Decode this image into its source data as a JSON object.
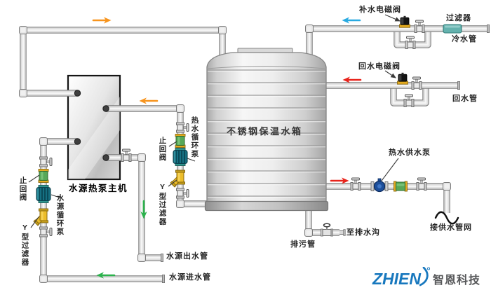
{
  "diagram": {
    "tank_label": "不锈钢保温水箱",
    "unit_label": "水源热泵主机",
    "top_right": {
      "makeup_solenoid_label": "补水电磁阀",
      "filter_label": "过滤器",
      "cold_water_pipe_label": "冷水管",
      "return_solenoid_label": "回水电磁阀",
      "return_pipe_label": "回水管"
    },
    "right": {
      "hot_supply_pump_label": "热水供水泵",
      "supply_network_label": "接供水管网"
    },
    "bottom": {
      "drain_ditch_label": "至排水沟",
      "blowdown_pipe_label": "排污管",
      "source_outlet_label": "水源出水管",
      "source_inlet_label": "水源进水管"
    },
    "hot_circulation_line": {
      "check_valve_label": "止回阀",
      "pump_label": "热水循环泵",
      "y_filter_label": "Y型过滤器"
    },
    "source_line": {
      "check_valve_label": "止回阀",
      "pump_label": "水源循环泵",
      "y_filter_label": "Y型过滤器"
    },
    "logo": {
      "brand": "ZHIEN",
      "company": "智恩科技"
    },
    "colors": {
      "arrow_orange": "#f7941d",
      "arrow_blue": "#29aae1",
      "arrow_red": "#e8241c",
      "arrow_green": "#2bb24c",
      "pump_teal": "#157082",
      "check_valve_green": "#57a857",
      "y_filter_yellow": "#ecbd2a",
      "inline_filter_teal": "#64b2ae",
      "supply_pump_blue": "#1d4f9b",
      "logo_blue": "#1878be"
    }
  }
}
